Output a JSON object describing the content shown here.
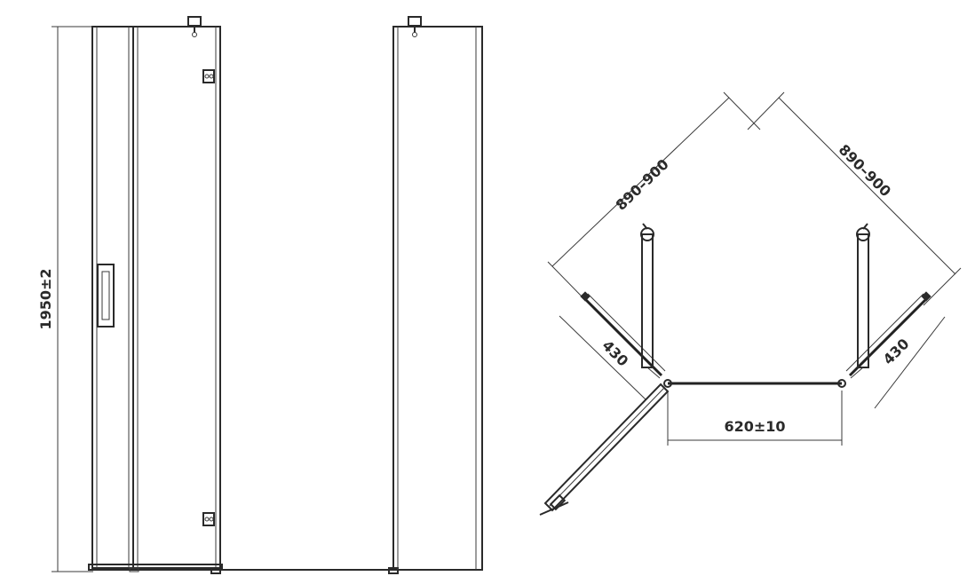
{
  "front_view": {
    "height_label": "1950±2"
  },
  "plan_view": {
    "left_wall_label": "890–900",
    "right_wall_label": "890–900",
    "left_fixed_label": "430",
    "right_fixed_label": "430",
    "front_width_label": "620±10"
  },
  "colors": {
    "line": "#2a2a2a",
    "background": "#ffffff"
  }
}
